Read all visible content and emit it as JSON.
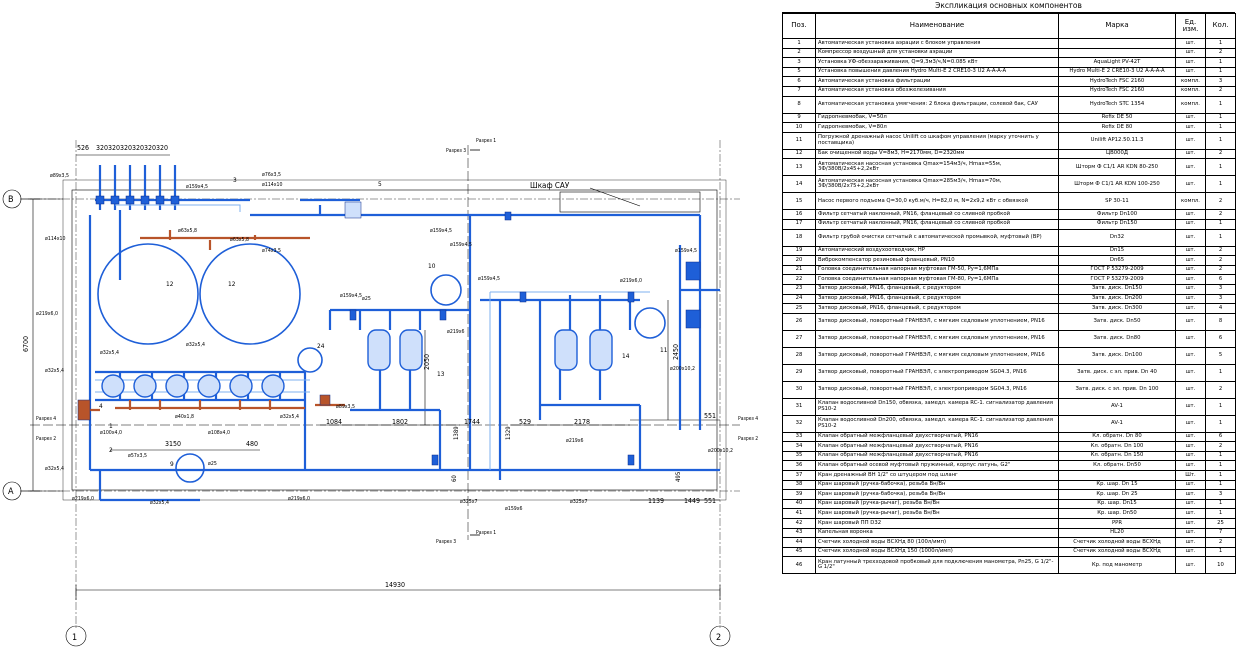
{
  "plan": {
    "dims_top": [
      "526",
      "320",
      "320",
      "320",
      "320",
      "320",
      "320"
    ],
    "axis_b": "B",
    "axis_a": "A",
    "axis_1": "1",
    "axis_2": "2",
    "height_total": "6700",
    "length_total": "14930",
    "shkaf": "Шкаф САУ",
    "razrez_1": "Разрез 1",
    "razrez_2": "Разрез 2",
    "razrez_3": "Разрез 3",
    "razrez_4": "Разрез 4",
    "pipes": {
      "p89x3_5": "ø89х3,5",
      "p76x3_5": "ø76х3,5",
      "p114x10": "ø114х10",
      "p159x4_5a": "ø159х4,5",
      "p159x4_5b": "ø159х4,5",
      "p159x4_5c": "ø159х4,5",
      "p159x4_5d": "ø159х4,5",
      "p159x4_5e": "ø159х4,5",
      "p159x4_5f": "ø159х4,5",
      "p114x10b": "ø114х10",
      "p63x5_8a": "ø63х5,8",
      "p63x5_8b": "ø63х5,8",
      "p74x3_5": "ø74х3,5",
      "p219x6a": "ø219х6,0",
      "p219x6b": "ø219х6,0",
      "p219x6c": "ø219х6",
      "p219x6d": "ø219х6",
      "p219x6e": "ø219х6,0",
      "p219x6f": "ø219х6,0",
      "p25a": "ø25",
      "p25b": "ø25",
      "p32x5_4a": "ø32х5,4",
      "p32x5_4b": "ø32х5,4",
      "p32x5_4c": "ø32х5,4",
      "p32x5_4d": "ø32х5,4",
      "p32x5_4e": "ø32х5,4",
      "p40x1_8": "ø40х1,8",
      "p100x4": "ø100х4,0",
      "p108x4": "ø108х4,0",
      "p57x3_5": "ø57х3,5",
      "p89x3_5b": "ø89х3,5",
      "p200x10": "ø200х10,2",
      "p200x10b": "ø200х10,2",
      "p325x7a": "ø325х7",
      "p325x7b": "ø325х7",
      "p159x6": "ø159х6"
    },
    "dims": {
      "d3150": "3150",
      "d480": "480",
      "d1084": "1084",
      "d1802": "1802",
      "d1744": "1744",
      "d529": "529",
      "d2178": "2178",
      "d551a": "551",
      "d551b": "551",
      "d1139": "1139",
      "d1449": "1449",
      "d2050": "2050",
      "d2450": "2450",
      "d1389": "1389",
      "d1329": "1329",
      "d495": "495",
      "d60": "60"
    },
    "marks": {
      "m3": "3",
      "m5": "5",
      "m9": "9",
      "m10": "10",
      "m12a": "12",
      "m12b": "12",
      "m13": "13",
      "m14": "14",
      "m4": "4",
      "m1": "1",
      "m2": "2",
      "m24": "24",
      "m11": "11"
    }
  },
  "spec": {
    "title": "Экспликация основных компонентов",
    "headers": {
      "pos": "Поз.",
      "name": "Наименование",
      "brand": "Марка",
      "unit": "Ед. изм.",
      "qty": "Кол."
    },
    "rows": [
      {
        "pos": "1",
        "name": "Автоматическая установка аэрации с блоком управления",
        "brand": "",
        "unit": "шт.",
        "qty": "1"
      },
      {
        "pos": "2",
        "name": "Компрессор воздушный для установки аэрации",
        "brand": "",
        "unit": "шт.",
        "qty": "2"
      },
      {
        "pos": "3",
        "name": "Установка УФ-обеззараживания, Q=9,3м3/ч,N=0.085 кВт",
        "brand": "AquaLight PV-42T",
        "unit": "шт.",
        "qty": "1"
      },
      {
        "pos": "5",
        "name": "Установка повышения давления Hydro Multi-E 2 CRE10-3 U2 A-A-A-A",
        "brand": "Hydro Multi-E 2 CRE10-3 U2 A-A-A-A",
        "unit": "шт.",
        "qty": "1"
      },
      {
        "pos": "6",
        "name": "Автоматическая установка фильтрации",
        "brand": "HydroTech FSC 2160",
        "unit": "компл.",
        "qty": "3"
      },
      {
        "pos": "7",
        "name": "Автоматическая установка обезжелезивания",
        "brand": "HydroTech FSC 2160",
        "unit": "компл.",
        "qty": "2"
      },
      {
        "pos": "8",
        "name": "Автоматическая установка умягчения: 2 блока фильтрации, солевой бак, САУ",
        "brand": "HydroTech STC 1354",
        "unit": "компл.",
        "qty": "1"
      },
      {
        "pos": "9",
        "name": "Гидропневмобак, V=50л",
        "brand": "Refix DE 50",
        "unit": "шт.",
        "qty": "1"
      },
      {
        "pos": "10",
        "name": "Гидропневмобак, V=80л",
        "brand": "Refix DE 80",
        "unit": "шт.",
        "qty": "1"
      },
      {
        "pos": "11",
        "name": "Погружной дренажный насос Unilift со шкафом управления (марку уточнить у поставщика)",
        "brand": "Unilift AP12.50.11.3",
        "unit": "шт.",
        "qty": "1"
      },
      {
        "pos": "12",
        "name": "Бак очищенной воды V=8м3, H=2170мм, D=2320мм",
        "brand": "ЦВ000Д",
        "unit": "шт.",
        "qty": "2"
      },
      {
        "pos": "13",
        "name": "Автоматическая насосная установка Qmax=154м3/ч, Hmax=55м, 3Ф/380В/2х45+2,2кВт",
        "brand": "Шторм Ф С1/1 AR KDN 80-250",
        "unit": "шт.",
        "qty": "1"
      },
      {
        "pos": "14",
        "name": "Автоматическая насосная установка Qmax=285м3/ч, Hmax=70м, 3Ф/380В/2х75+2,2кВт",
        "brand": "Шторм Ф С1/1 AR KDN 100-250",
        "unit": "шт.",
        "qty": "1"
      },
      {
        "pos": "15",
        "name": "Насос первого подъема Q=30,0 куб.м/ч, H=82,0 м, N=2х9,2 кВт с обвязкой",
        "brand": "SP 30-11",
        "unit": "компл.",
        "qty": "2"
      },
      {
        "pos": "16",
        "name": "Фильтр сетчатый наклонный, PN16, фланцевый со сливной пробкой",
        "brand": "Фильтр Dn100",
        "unit": "шт.",
        "qty": "2"
      },
      {
        "pos": "17",
        "name": "Фильтр сетчатый наклонный, PN16, фланцевый со сливной пробкой",
        "brand": "Фильтр Dn150",
        "unit": "шт.",
        "qty": "1"
      },
      {
        "pos": "18",
        "name": "Фильтр грубой очистки сетчатый с автоматической промывкой, муфтовый (ВР)",
        "brand": "Dn32",
        "unit": "шт.",
        "qty": "1"
      },
      {
        "pos": "19",
        "name": "Автоматический воздухоотводчик, НР",
        "brand": "Dn15",
        "unit": "шт.",
        "qty": "2"
      },
      {
        "pos": "20",
        "name": "Виброкомпенсатор резиновый фланцевый, PN10",
        "brand": "Dn65",
        "unit": "шт.",
        "qty": "2"
      },
      {
        "pos": "21",
        "name": "Головка соединительная напорная муфтовая ГМ-50, Ру=1,6МПа",
        "brand": "ГОСТ Р 53279-2009",
        "unit": "шт.",
        "qty": "2"
      },
      {
        "pos": "22",
        "name": "Головка соединительная напорная муфтовая ГМ-80, Ру=1,6МПа",
        "brand": "ГОСТ Р 53279-2009",
        "unit": "шт.",
        "qty": "6"
      },
      {
        "pos": "23",
        "name": "Затвор дисковый, PN16, фланцевый, с редуктором",
        "brand": "Затв. диск. Dn150",
        "unit": "шт.",
        "qty": "3"
      },
      {
        "pos": "24",
        "name": "Затвор дисковый, PN16, фланцевый, с редуктором",
        "brand": "Затв. диск. Dn200",
        "unit": "шт.",
        "qty": "3"
      },
      {
        "pos": "25",
        "name": "Затвор дисковый, PN16, фланцевый, с редуктором",
        "brand": "Затв. диск. Dn300",
        "unit": "шт.",
        "qty": "4"
      },
      {
        "pos": "26",
        "name": "Затвор дисковый, поворотный ГРАНВЭЛ, с мягким седловым уплотнением, PN16",
        "brand": "Затв. диск. Dn50",
        "unit": "шт.",
        "qty": "8"
      },
      {
        "pos": "27",
        "name": "Затвор дисковый, поворотный ГРАНВЭЛ, с мягким седловым уплотнением, PN16",
        "brand": "Затв. диск. Dn80",
        "unit": "шт.",
        "qty": "6"
      },
      {
        "pos": "28",
        "name": "Затвор дисковый, поворотный ГРАНВЭЛ, с мягким седловым уплотнением, PN16",
        "brand": "Затв. диск. Dn100",
        "unit": "шт.",
        "qty": "5"
      },
      {
        "pos": "29",
        "name": "Затвор дисковый, поворотный ГРАНВЭЛ, с электроприводом SG04.3, PN16",
        "brand": "Затв. диск. с эл. прив. Dn 40",
        "unit": "шт.",
        "qty": "1"
      },
      {
        "pos": "30",
        "name": "Затвор дисковый, поворотный ГРАНВЭЛ, с электроприводом SG04.3, PN16",
        "brand": "Затв. диск. с эл. прив. Dn 100",
        "unit": "шт.",
        "qty": "2"
      },
      {
        "pos": "31",
        "name": "Клапан водосливной Dn150, обвязка, замедл. камера RC-1. сигнализатор давления PS10-2",
        "brand": "AV-1",
        "unit": "шт.",
        "qty": "1"
      },
      {
        "pos": "32",
        "name": "Клапан водосливной Dn200, обвязка, замедл. камера RC-1. сигнализатор давления PS10-2",
        "brand": "AV-1",
        "unit": "шт.",
        "qty": "1"
      },
      {
        "pos": "33",
        "name": "Клапан обратный межфланцевый двухстворчатый, PN16",
        "brand": "Кл. обратн. Dn 80",
        "unit": "шт.",
        "qty": "6"
      },
      {
        "pos": "34",
        "name": "Клапан обратный межфланцевый двухстворчатый, PN16",
        "brand": "Кл. обратн. Dn 100",
        "unit": "шт.",
        "qty": "2"
      },
      {
        "pos": "35",
        "name": "Клапан обратный межфланцевый двухстворчатый, PN16",
        "brand": "Кл. обратн. Dn 150",
        "unit": "шт.",
        "qty": "1"
      },
      {
        "pos": "36",
        "name": "Клапан обратный осевой муфтовый пружинный, корпус латунь, G2\"",
        "brand": "Кл. обратн. Dn50",
        "unit": "шт.",
        "qty": "1"
      },
      {
        "pos": "37",
        "name": "Кран дренажный ВН 1/2\" со штуцером под шланг",
        "brand": "",
        "unit": "Шт.",
        "qty": "1"
      },
      {
        "pos": "38",
        "name": "Кран шаровый (ручка-бабочка), резьба Вн/Вн",
        "brand": "Кр. шар. Dn 15",
        "unit": "шт.",
        "qty": "1"
      },
      {
        "pos": "39",
        "name": "Кран шаровый (ручка-бабочка), резьба Вн/Вн",
        "brand": "Кр. шар. Dn 25",
        "unit": "шт.",
        "qty": "3"
      },
      {
        "pos": "40",
        "name": "Кран шаровый (ручка-рычаг), резьба Вн/Вн",
        "brand": "Кр. шар. Dn15",
        "unit": "шт.",
        "qty": "1"
      },
      {
        "pos": "41",
        "name": "Кран шаровый (ручка-рычаг), резьба Вн/Вн",
        "brand": "Кр. шар. Dn50",
        "unit": "шт.",
        "qty": "1"
      },
      {
        "pos": "42",
        "name": "Кран шаровый ПП D32",
        "brand": "PPR",
        "unit": "шт.",
        "qty": "25"
      },
      {
        "pos": "43",
        "name": "Капельная воронка",
        "brand": "HL20",
        "unit": "шт.",
        "qty": "7"
      },
      {
        "pos": "44",
        "name": "Счетчик холодной воды ВСХНд 80 (100л/имп)",
        "brand": "Счетчик холодной воды ВСХНд",
        "unit": "шт.",
        "qty": "2"
      },
      {
        "pos": "45",
        "name": "Счетчик холодной воды ВСХНд 150 (1000л/имп)",
        "brand": "Счетчик холодной воды ВСХНд",
        "unit": "шт.",
        "qty": "1"
      },
      {
        "pos": "46",
        "name": "Кран латунный трехходовой пробковый для подключения манометра, Pn25, G 1/2\"-G 1/2\"",
        "brand": "Кр. под манометр",
        "unit": "шт.",
        "qty": "10"
      }
    ]
  }
}
